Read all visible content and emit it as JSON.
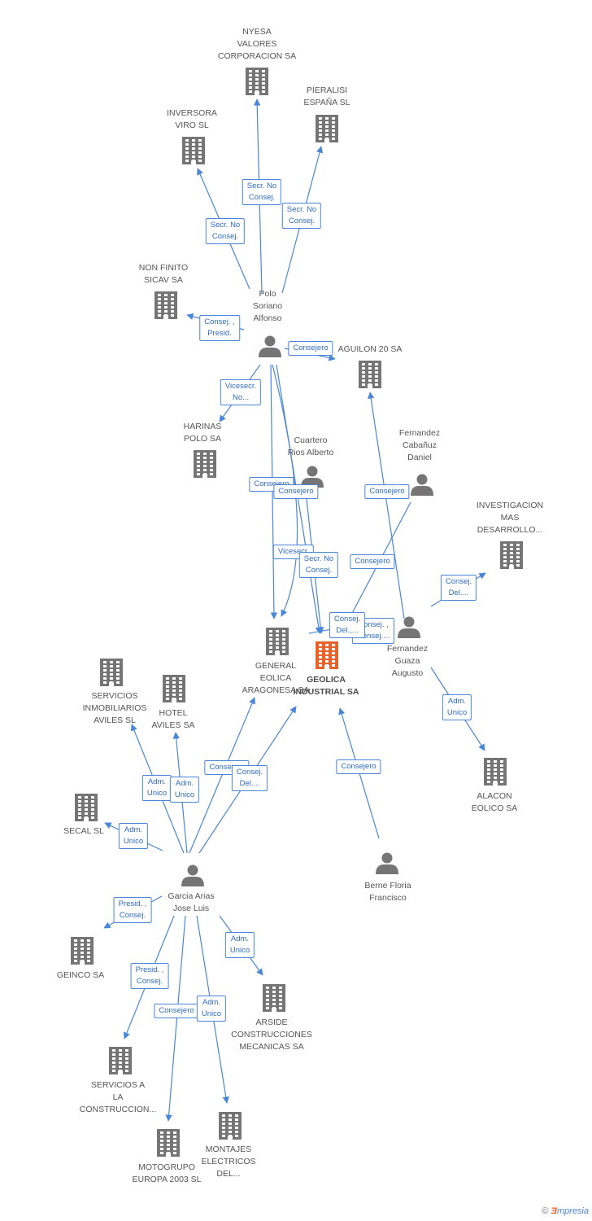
{
  "colors": {
    "edge": "#4a86d8",
    "node": "#757575",
    "focus": "#e8622a"
  },
  "nodes": [
    {
      "id": "nyesa",
      "kind": "company",
      "label": "NYESA\nVALORES\nCORPORACION SA"
    },
    {
      "id": "pieralisi",
      "kind": "company",
      "label": "PIERALISI\nESPAÑA SL"
    },
    {
      "id": "inversora",
      "kind": "company",
      "label": "INVERSORA\nVIRO SL"
    },
    {
      "id": "nonfinito",
      "kind": "company",
      "label": "NON FINITO\nSICAV SA"
    },
    {
      "id": "polo",
      "kind": "person",
      "label": "Polo\nSoriano\nAlfonso"
    },
    {
      "id": "aguilon",
      "kind": "company",
      "label": "AGUILON 20 SA"
    },
    {
      "id": "harinas",
      "kind": "company",
      "label": "HARINAS\nPOLO SA"
    },
    {
      "id": "cuartero",
      "kind": "person",
      "label": "Cuartero\nRios Alberto"
    },
    {
      "id": "fcabanuz",
      "kind": "person",
      "label": "Fernandez\nCabañuz\nDaniel"
    },
    {
      "id": "investigacion",
      "kind": "company",
      "label": "INVESTIGACION\nMAS\nDESARROLLO..."
    },
    {
      "id": "general",
      "kind": "company",
      "label": "GENERAL\nEOLICA\nARAGONESA SA"
    },
    {
      "id": "geolica",
      "kind": "focus",
      "label": "GEOLICA\nINDUSTRIAL SA"
    },
    {
      "id": "fguaza",
      "kind": "person",
      "label": "Fernandez\nGuaza\nAugusto"
    },
    {
      "id": "servinmo",
      "kind": "company",
      "label": "SERVICIOS\nINMOBILIARIOS\nAVILES SL"
    },
    {
      "id": "hotel",
      "kind": "company",
      "label": "HOTEL\nAVILES SA"
    },
    {
      "id": "alacon",
      "kind": "company",
      "label": "ALACON\nEOLICO SA"
    },
    {
      "id": "secal",
      "kind": "company",
      "label": "SECAL SL"
    },
    {
      "id": "garcia",
      "kind": "person",
      "label": "Garcia Arias\nJose Luis"
    },
    {
      "id": "berne",
      "kind": "person",
      "label": "Berne Floria\nFrancisco"
    },
    {
      "id": "geinco",
      "kind": "company",
      "label": "GEINCO SA"
    },
    {
      "id": "arside",
      "kind": "company",
      "label": "ARSIDE\nCONSTRUCCIONES\nMECANICAS SA"
    },
    {
      "id": "servconst",
      "kind": "company",
      "label": "SERVICIOS A\nLA\nCONSTRUCCION..."
    },
    {
      "id": "montajes",
      "kind": "company",
      "label": "MONTAJES\nELECTRICOS\nDEL..."
    },
    {
      "id": "motogrupo",
      "kind": "company",
      "label": "MOTOGRUPO\nEUROPA 2003 SL"
    }
  ],
  "edges": [
    {
      "label": "Secr.  No\nConsej."
    },
    {
      "label": "Secr.  No\nConsej."
    },
    {
      "label": "Secr.  No\nConsej."
    },
    {
      "label": "Consej. ,\nPresid."
    },
    {
      "label": "Consejero"
    },
    {
      "label": "Vicesecr.\nNo..."
    },
    {
      "label": "Consejero"
    },
    {
      "label": "Vicesecr."
    },
    {
      "label": "Consejero"
    },
    {
      "label": "Secr.  No\nConsej."
    },
    {
      "label": "Consejero"
    },
    {
      "label": "Consejero"
    },
    {
      "label": "Consej.\nDel...."
    },
    {
      "label": "Consej. ,\nConsej...."
    },
    {
      "label": "Consej.\nDel.,..."
    },
    {
      "label": "Adm.\nUnico"
    },
    {
      "label": "Consejero"
    },
    {
      "label": "Adm.\nUnico"
    },
    {
      "label": "Adm.\nUnico"
    },
    {
      "label": "Adm.\nUnico"
    },
    {
      "label": "Consej.\nDel...."
    },
    {
      "label": "Consejero"
    },
    {
      "label": "Presid. ,\nConsej."
    },
    {
      "label": "Adm.\nUnico"
    },
    {
      "label": "Presid. ,\nConsej."
    },
    {
      "label": "Consejero"
    },
    {
      "label": "Adm.\nUnico"
    }
  ],
  "branding": {
    "symbol": "©",
    "e": "Ǝ",
    "rest": "mpresia"
  }
}
